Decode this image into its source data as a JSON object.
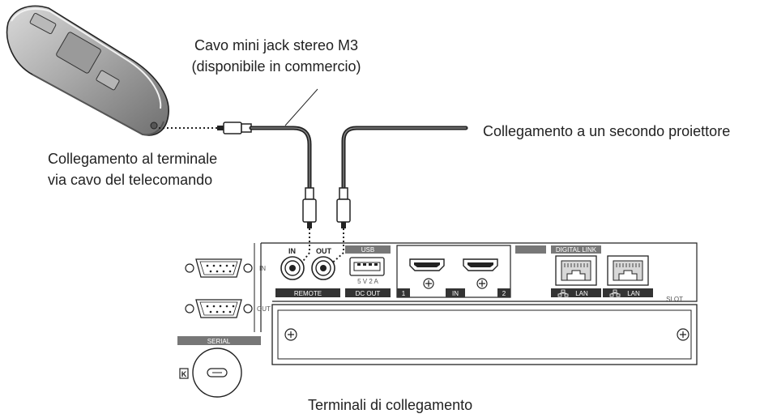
{
  "captions": {
    "cable_line1": "Cavo mini jack stereo M3",
    "cable_line2": "(disponibile in commercio)",
    "remote_line1": "Collegamento al terminale",
    "remote_line2": "via cavo del telecomando",
    "second_projector": "Collegamento a un secondo proiettore",
    "footer": "Terminali di collegamento"
  },
  "panel_labels": {
    "serial_in": "IN",
    "serial_out": "OUT",
    "serial": "SERIAL",
    "remote_in": "IN",
    "remote_out": "OUT",
    "remote": "REMOTE",
    "usb": "USB",
    "usb_rating": "5 V  2 A",
    "dc_out": "DC OUT",
    "hdmi_1": "1",
    "hdmi_in": "IN",
    "hdmi_2": "2",
    "digital_link": "DIGITAL LINK",
    "lan_1": "LAN",
    "lan_2": "LAN",
    "slot": "SLOT"
  },
  "colors": {
    "ink": "#222222",
    "panel_fill": "#ffffff",
    "label_bar": "#333333",
    "label_bar_gray": "#777777",
    "remote_body": "#8e8e8e"
  },
  "icons": [
    "remote-control-icon",
    "d-sub-serial-icon",
    "rca-jack-icon",
    "usb-port-icon",
    "hdmi-port-icon",
    "rj45-lan-icon",
    "lock-icon",
    "screw-icon"
  ]
}
